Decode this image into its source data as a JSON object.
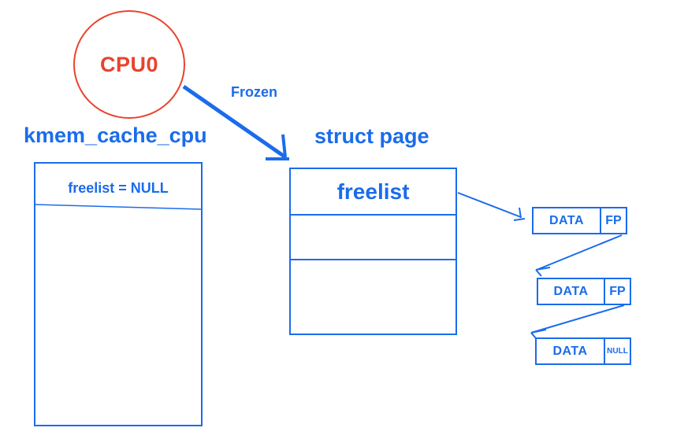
{
  "colors": {
    "blue": "#1b6ceb",
    "red": "#e8432e",
    "background": "#ffffff"
  },
  "cpu_circle": {
    "label": "CPU0"
  },
  "arrow_label": "Frozen",
  "kmem_cache_cpu": {
    "title": "kmem_cache_cpu",
    "freelist_field": "freelist = NULL"
  },
  "struct_page": {
    "title": "struct page",
    "freelist_field": "freelist"
  },
  "slab_objects": [
    {
      "data_label": "DATA",
      "fp_label": "FP"
    },
    {
      "data_label": "DATA",
      "fp_label": "FP"
    },
    {
      "data_label": "DATA",
      "fp_label": "NULL"
    }
  ]
}
